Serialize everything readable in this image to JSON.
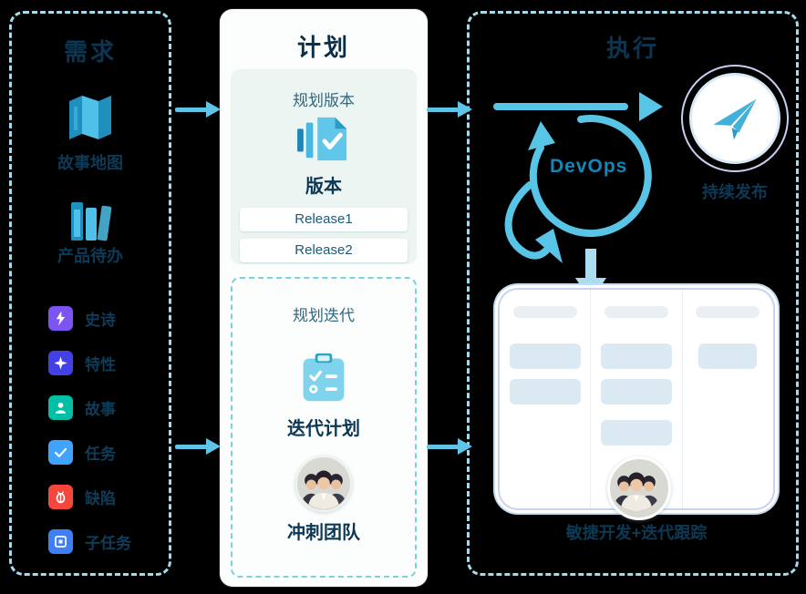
{
  "colors": {
    "accent_blue": "#56C3E4",
    "navy_text": "#0D3954",
    "panel_border_dashed": "#A5DAEA",
    "plan_card_bg": "#FCFEFD",
    "version_section_bg": "#EDF5F2",
    "kanban_card_bg": "#DBE9F2",
    "epic": "#7C54F3",
    "feature": "#4440E8",
    "story": "#00BFA5",
    "task": "#3FA3FF",
    "bug": "#F5473C",
    "subtask": "#3E7EF7"
  },
  "requirements": {
    "title": "需求",
    "story_map": {
      "label": "故事地图",
      "icon": "story-map-icon"
    },
    "backlog": {
      "label": "产品待办",
      "icon": "backlog-icon"
    },
    "work_item_types": [
      {
        "label": "史诗",
        "icon": "epic-icon",
        "color": "#7C54F3"
      },
      {
        "label": "特性",
        "icon": "feature-icon",
        "color": "#4440E8"
      },
      {
        "label": "故事",
        "icon": "story-icon",
        "color": "#00BFA5"
      },
      {
        "label": "任务",
        "icon": "task-icon",
        "color": "#3FA3FF"
      },
      {
        "label": "缺陷",
        "icon": "bug-icon",
        "color": "#F5473C"
      },
      {
        "label": "子任务",
        "icon": "subtask-icon",
        "color": "#3E7EF7"
      }
    ]
  },
  "plan": {
    "title": "计划",
    "version_section": {
      "heading": "规划版本",
      "icon": "version-doc-icon",
      "icon_label": "版本",
      "releases": [
        "Release1",
        "Release2"
      ]
    },
    "iteration_section": {
      "heading": "规划迭代",
      "icon": "iteration-plan-icon",
      "icon_label": "迭代计划",
      "team_avatar": "team-photo",
      "team_label": "冲刺团队"
    }
  },
  "execution": {
    "title": "执行",
    "devops_label": "DevOps",
    "release": {
      "label": "持续发布",
      "icon": "paper-plane-icon"
    },
    "kanban": {
      "caption": "敏捷开发+迭代跟踪",
      "columns": [
        {
          "cards": 2
        },
        {
          "cards": 3
        },
        {
          "cards": 1
        }
      ],
      "team_avatar": "team-photo"
    }
  }
}
